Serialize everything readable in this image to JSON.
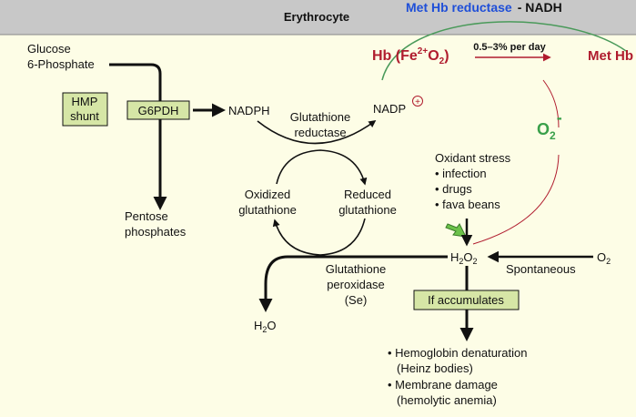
{
  "header": {
    "title": "Erythrocyte",
    "enzyme_line_1": "Met Hb reductase",
    "enzyme_line_2": "- NADH"
  },
  "pathway": {
    "glucose_line_1": "Glucose",
    "glucose_line_2": "6-Phosphate",
    "hmp_line_1": "HMP",
    "hmp_line_2": "shunt",
    "g6pdh": "G6PDH",
    "nadph": "NADPH",
    "nadp": "NADP",
    "nadp_charge": "+",
    "pentose_line_1": "Pentose",
    "pentose_line_2": "phosphates",
    "gr_line_1": "Glutathione",
    "gr_line_2": "reductase",
    "oxidized_line_1": "Oxidized",
    "oxidized_line_2": "glutathione",
    "reduced_line_1": "Reduced",
    "reduced_line_2": "glutathione"
  },
  "hemoglobin": {
    "hb_prefix": "Hb (Fe",
    "hb_superscript": "2+",
    "hb_o": "O",
    "hb_subscript": "2",
    "hb_close": ")",
    "rate": "0.5–3% per day",
    "methb": "Met Hb",
    "superoxide_o": "O",
    "superoxide_sub": "2",
    "superoxide_charge": "-"
  },
  "oxidant": {
    "title": "Oxidant stress",
    "items": [
      "infection",
      "drugs",
      "fava beans"
    ],
    "h2o2_h": "H",
    "h2o2_sub1": "2",
    "h2o2_o": "O",
    "h2o2_sub2": "2",
    "o2_o": "O",
    "o2_sub": "2",
    "spontaneous": "Spontaneous",
    "gpx_line_1": "Glutathione",
    "gpx_line_2": "peroxidase",
    "gpx_line_3": "(Se)",
    "h2o_h": "H",
    "h2o_sub": "2",
    "h2o_o": "O",
    "accumulates": "If accumulates"
  },
  "consequences": [
    {
      "line_1": "Hemoglobin denaturation",
      "line_2": "(Heinz bodies)"
    },
    {
      "line_1": "Membrane damage",
      "line_2": "(hemolytic anemia)"
    }
  ],
  "colors": {
    "background": "#fdfde6",
    "header_band": "#c8c8c8",
    "box_fill": "#d6e6a6",
    "hb_red": "#b01c2e",
    "o2_green": "#3aa04a",
    "enzyme_blue": "#1f4fd8",
    "arc_green": "#4a9a5a",
    "arrow_green": "#6cc24a"
  }
}
